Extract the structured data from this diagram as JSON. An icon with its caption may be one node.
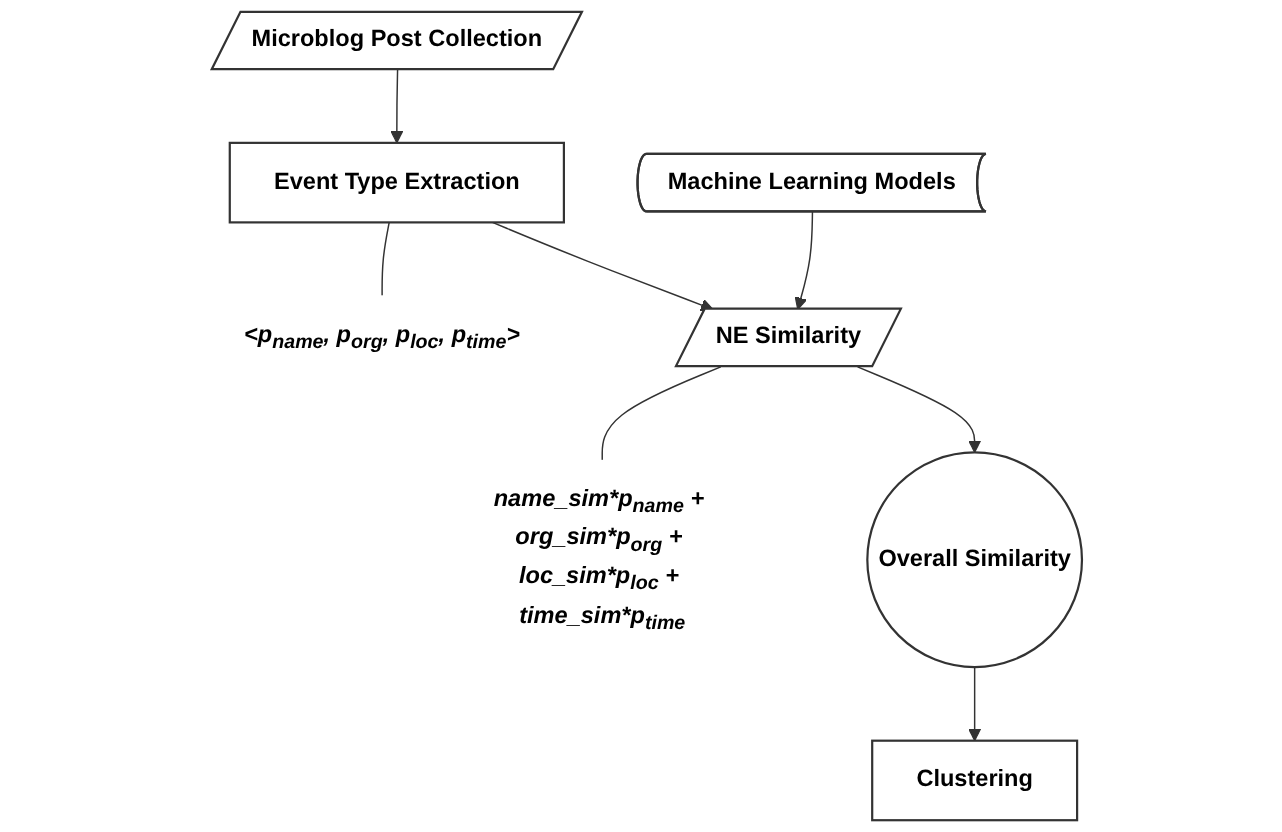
{
  "diagram": {
    "nodes": [
      {
        "text": [
          "Microblog Post Collection"
        ]
      },
      {
        "text": [
          "<p$_{name}$, p$_{org}$, p$_{loc}$, p$_{time}$>"
        ]
      },
      {
        "text": [
          "Event Type Extraction"
        ]
      },
      {
        "text": [
          "name_sim*p$_{name}$ + org_sim*p$_{org}$ + loc_sim*p$_{loc}$ + time_sim*p$_{time}$"
        ]
      },
      {
        "text": [
          "Machine Learning Models"
        ]
      },
      {
        "text": [
          "NE Similarity"
        ]
      },
      {
        "text": [
          "Overall Similarity"
        ]
      },
      {
        "text": [
          "Clustering"
        ]
      }
    ],
    "edges": [
      {
        "from": 0,
        "to": 2,
        "arrow": "to"
      },
      {
        "from": 2,
        "to": 1,
        "arrow": "none"
      },
      {
        "from": 2,
        "to": 5,
        "arrow": "to"
      },
      {
        "from": 5,
        "to": 3,
        "arrow": "none"
      },
      {
        "from": 4,
        "to": 5,
        "arrow": "to"
      },
      {
        "from": 5,
        "to": 6,
        "arrow": "to"
      },
      {
        "from": 6,
        "to": 7,
        "arrow": "to"
      }
    ]
  }
}
